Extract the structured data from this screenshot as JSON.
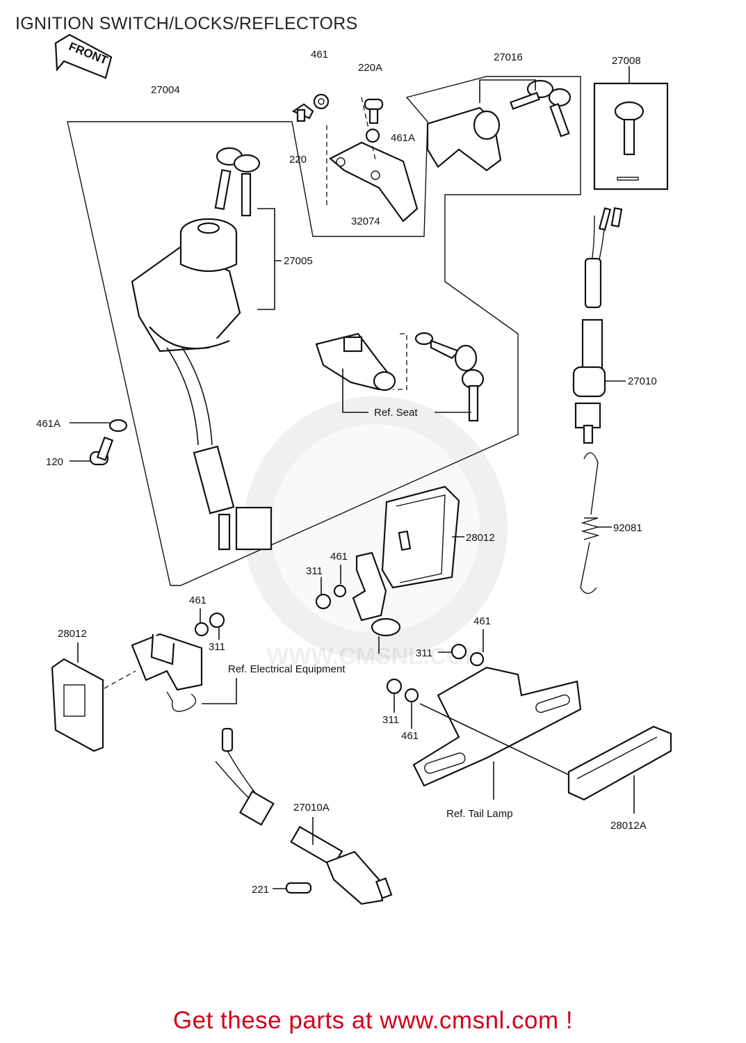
{
  "title": "IGNITION SWITCH/LOCKS/REFLECTORS",
  "front_marker": "FRONT",
  "watermark": "WWW.CMSNL.COM",
  "call_to_action": "Get these parts at www.cmsnl.com !",
  "labels": {
    "p461_top": "461",
    "p220A": "220A",
    "p27016": "27016",
    "p27008": "27008",
    "p27004": "27004",
    "p461A_top": "461A",
    "p220": "220",
    "p32074": "32074",
    "p27005": "27005",
    "p27010": "27010",
    "ref_seat": "Ref.  Seat",
    "p461A_left": "461A",
    "p120": "120",
    "p92081": "92081",
    "p28012_mid": "28012",
    "p461_mid": "461",
    "p311_mid": "311",
    "p461_left": "461",
    "p28012_left": "28012",
    "p311_left": "311",
    "ref_elec": "Ref.  Electrical Equipment",
    "p461_right": "461",
    "p311_right": "311",
    "p311_bottom": "311",
    "p461_bottom": "461",
    "ref_tail": "Ref.  Tail Lamp",
    "p28012A": "28012A",
    "p27010A": "27010A",
    "p221": "221"
  }
}
